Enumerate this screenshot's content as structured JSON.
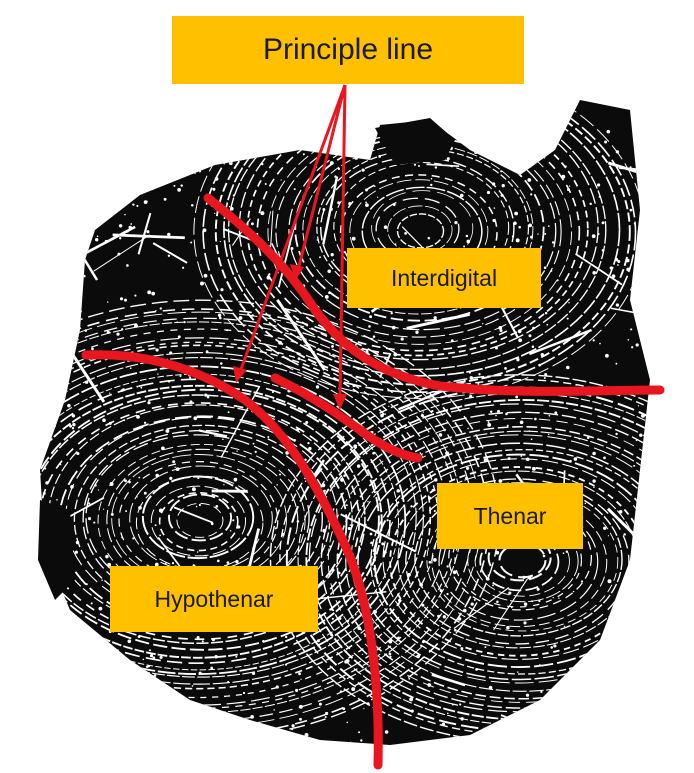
{
  "title": "Principle line",
  "regions": {
    "interdigital": "Interdigital",
    "thenar": "Thenar",
    "hypothenar": "Hypothenar"
  },
  "colors": {
    "label_fill": "#FFC000",
    "principal_line": "#E8161E",
    "arrow": "#E8161E",
    "palm_ink": "#0b0b0b",
    "ridge": "#ffffff",
    "background": "#ffffff"
  }
}
